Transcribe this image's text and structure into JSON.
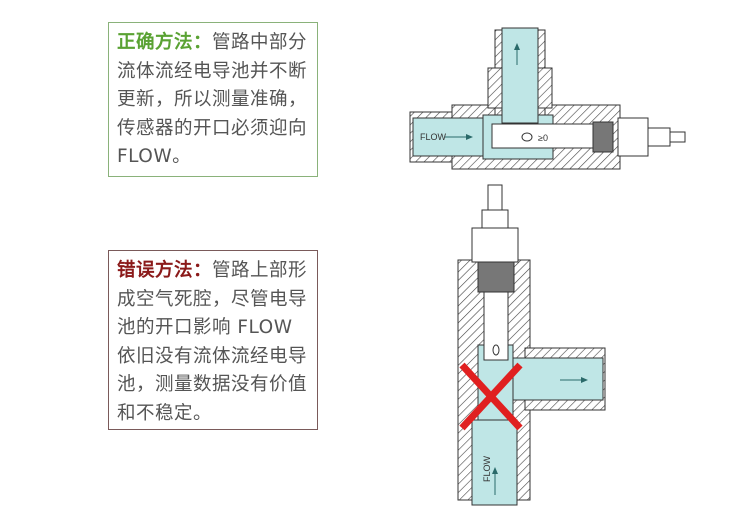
{
  "correct": {
    "title": "正确方法：",
    "text": "管路中部分流体流经电导池并不断更新，所以测量准确，传感器的开口必须迎向FLOW。",
    "color": "#5aa233"
  },
  "wrong": {
    "title": "错误方法：",
    "text": "管路上部形成空气死腔，尽管电导池的开口影响 FLOW 依旧没有流体流经电导池，测量数据没有价值和不稳定。",
    "color": "#8b1a1a"
  },
  "diagram_top": {
    "flow_label": "FLOW",
    "mark": "≥0"
  },
  "diagram_bottom": {
    "flow_label": "FLOW",
    "mark_icon": "red-x-icon",
    "mark_color": "#e02020"
  },
  "colors": {
    "water": "#bfe6e6",
    "hatch": "#444444"
  }
}
